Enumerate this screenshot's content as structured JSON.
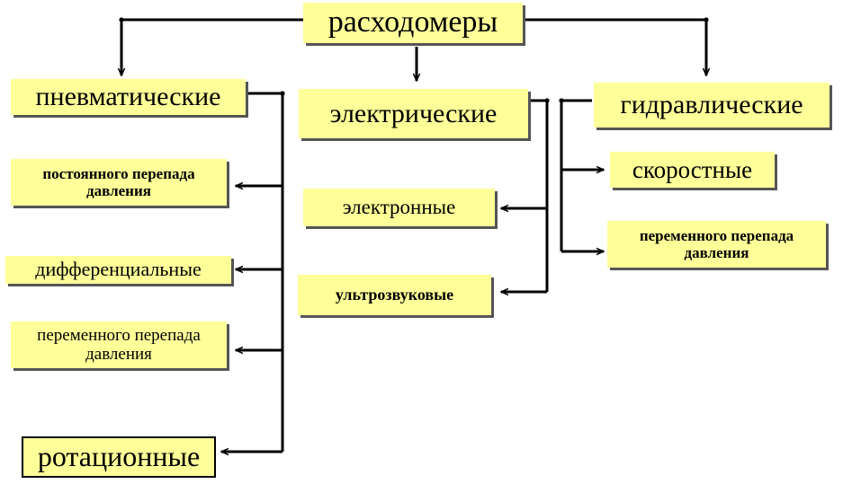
{
  "diagram": {
    "colors": {
      "box_fill": "#ffff99",
      "line": "#000000",
      "shadow": "#555555"
    },
    "root": {
      "label": "расходомеры"
    },
    "categories": {
      "pneumatic": {
        "label": "пневматические",
        "children": [
          "постоянного перепада давления",
          "дифференциальные",
          "переменного перепада давления",
          "ротационные"
        ]
      },
      "electric": {
        "label": "электрические",
        "children": [
          "электронные",
          "ультрозвуковые"
        ]
      },
      "hydraulic": {
        "label": "гидравлические",
        "children": [
          "скоростные",
          "переменного перепада давления"
        ]
      }
    }
  }
}
